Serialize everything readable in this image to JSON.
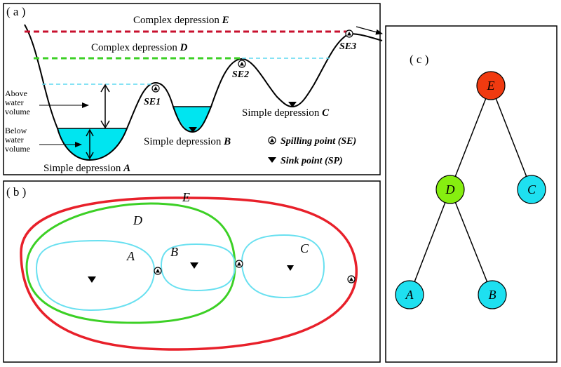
{
  "panel_a": {
    "label": "( a )",
    "complex_e": {
      "text": "Complex depression ",
      "letter": "E"
    },
    "complex_d": {
      "text": "Complex depression ",
      "letter": "D"
    },
    "simple_a": {
      "text": "Simple depression ",
      "letter": "A"
    },
    "simple_b": {
      "text": "Simple depression ",
      "letter": "B"
    },
    "simple_c": {
      "text": "Simple depression ",
      "letter": "C"
    },
    "se1": "SE1",
    "se2": "SE2",
    "se3": "SE3",
    "above_water": [
      "Above",
      "water",
      "volume"
    ],
    "below_water": [
      "Below",
      "water",
      "volume"
    ],
    "legend": {
      "spilling": "Spilling point (SE)",
      "sink": "Sink point (SP)"
    }
  },
  "panel_b": {
    "label": "( b )",
    "E": "E",
    "D": "D",
    "A": "A",
    "B": "B",
    "C": "C"
  },
  "panel_c": {
    "label": "( c )",
    "nodes": {
      "E": "E",
      "D": "D",
      "C": "C",
      "A": "A",
      "B": "B"
    }
  },
  "colors": {
    "water": "#00e5f0",
    "e_red": "#e8202a",
    "d_green": "#3cd025",
    "c_cyan": "#69e0f0",
    "node_e": "#f03a10",
    "node_d": "#86ee10",
    "node_cyan": "#1ee0f0"
  }
}
